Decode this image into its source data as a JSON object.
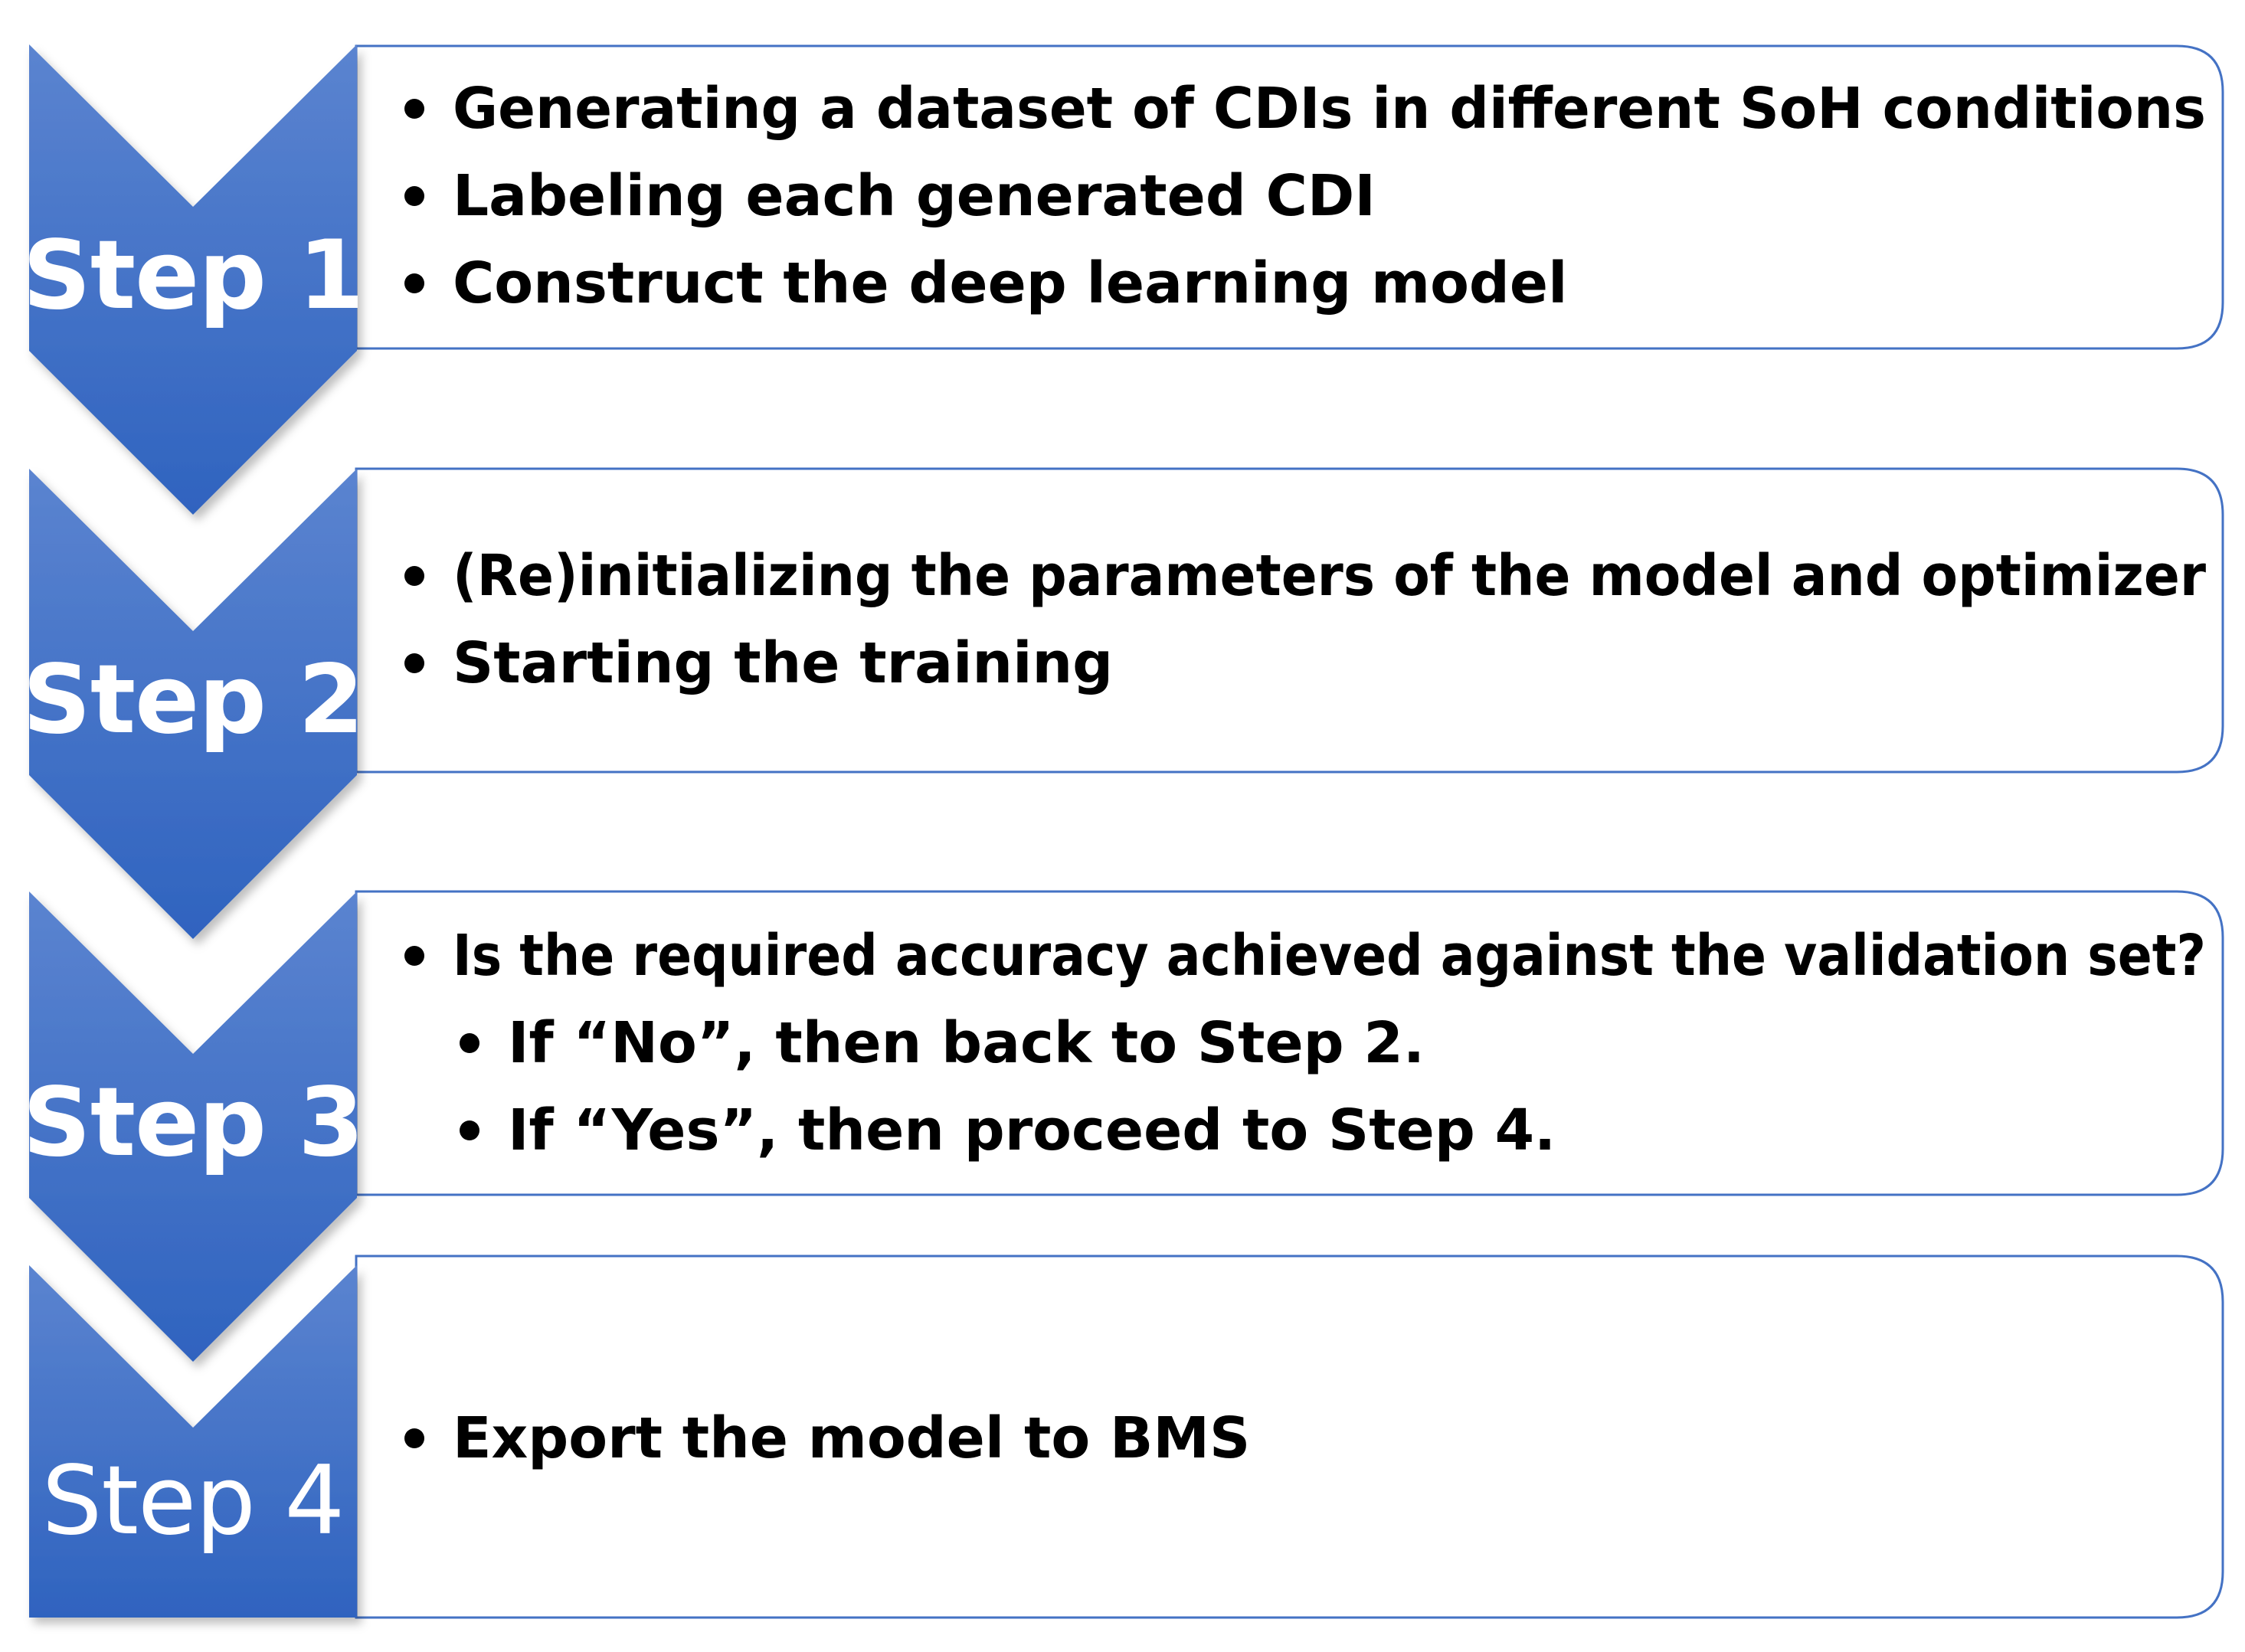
{
  "colors": {
    "chevron_top": "#5b84d0",
    "chevron_bottom": "#2f63bf",
    "panel_border": "#4472c4",
    "text": "#000000",
    "step_text": "#ffffff"
  },
  "steps": [
    {
      "label": "Step 1",
      "bullets": [
        {
          "text": "Generating a dataset of CDIs in different SoH conditions",
          "level": 1
        },
        {
          "text": "Labeling each generated CDI",
          "level": 1
        },
        {
          "text": "Construct the deep learning model",
          "level": 1
        }
      ]
    },
    {
      "label": "Step 2",
      "bullets": [
        {
          "text": "(Re)initializing the parameters of the model and optimizer",
          "level": 1
        },
        {
          "text": "Starting the training",
          "level": 1
        }
      ]
    },
    {
      "label": "Step 3",
      "bullets": [
        {
          "text": "Is the required accuracy achieved against the validation set?",
          "level": 1
        },
        {
          "text": "If “No”, then back to Step 2.",
          "level": 2
        },
        {
          "text": "If “Yes”, then proceed to Step 4.",
          "level": 2
        }
      ]
    },
    {
      "label": "Step 4",
      "bullets": [
        {
          "text": "Export the model to BMS",
          "level": 1
        }
      ]
    }
  ]
}
